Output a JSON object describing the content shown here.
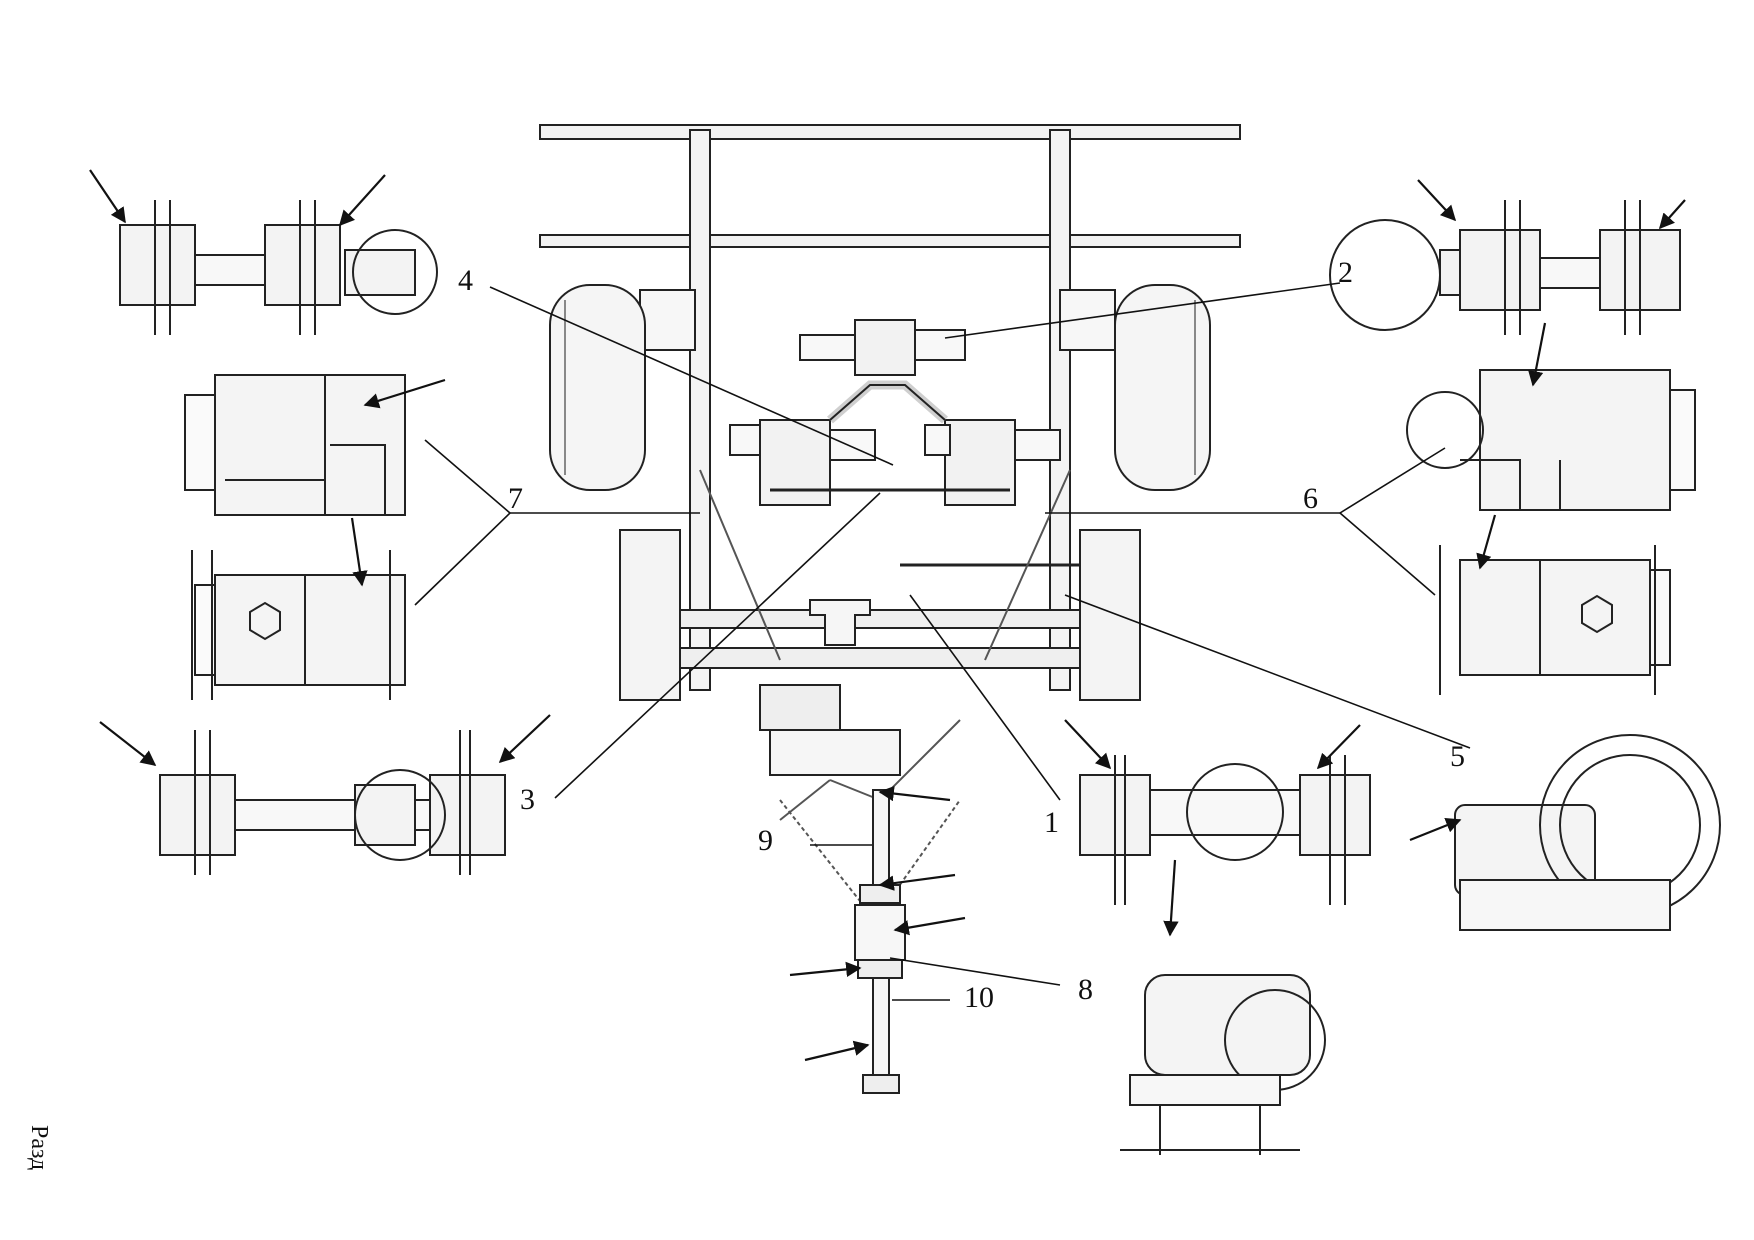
{
  "callouts": [
    "1",
    "2",
    "3",
    "4",
    "5",
    "6",
    "7",
    "8",
    "9",
    "10"
  ],
  "side_text": "Разд"
}
